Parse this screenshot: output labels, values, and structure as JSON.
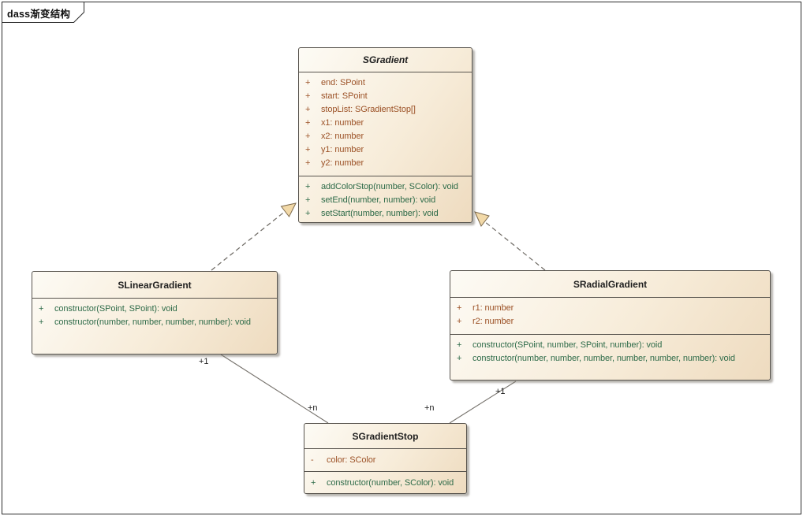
{
  "frame": {
    "label": "dass渐变结构"
  },
  "colors": {
    "box_fill_light": "#fdfbf5",
    "box_fill_dark": "#eedbbf",
    "box_border": "#58544e",
    "attribute_text": "#9c5227",
    "method_text": "#2e6b49",
    "class_title": "#1f1f1f",
    "connector_line": "#6e6a64",
    "generalization_arrow_fill": "#f2d9a8",
    "frame_border": "#2b2b2b"
  },
  "classes": {
    "sgradient": {
      "name": "SGradient",
      "attributes": [
        {
          "vis": "+",
          "text": "end: SPoint"
        },
        {
          "vis": "+",
          "text": "start: SPoint"
        },
        {
          "vis": "+",
          "text": "stopList: SGradientStop[]"
        },
        {
          "vis": "+",
          "text": "x1: number"
        },
        {
          "vis": "+",
          "text": "x2: number"
        },
        {
          "vis": "+",
          "text": "y1: number"
        },
        {
          "vis": "+",
          "text": "y2: number"
        }
      ],
      "methods": [
        {
          "vis": "+",
          "text": "addColorStop(number, SColor): void"
        },
        {
          "vis": "+",
          "text": "setEnd(number, number): void"
        },
        {
          "vis": "+",
          "text": "setStart(number, number): void"
        }
      ]
    },
    "slineargradient": {
      "name": "SLinearGradient",
      "methods": [
        {
          "vis": "+",
          "text": "constructor(SPoint, SPoint): void"
        },
        {
          "vis": "+",
          "text": "constructor(number, number, number, number): void"
        }
      ]
    },
    "sradialgradient": {
      "name": "SRadialGradient",
      "attributes": [
        {
          "vis": "+",
          "text": "r1: number"
        },
        {
          "vis": "+",
          "text": "r2: number"
        }
      ],
      "methods": [
        {
          "vis": "+",
          "text": "constructor(SPoint, number, SPoint, number): void"
        },
        {
          "vis": "+",
          "text": "constructor(number, number, number, number, number, number): void"
        }
      ]
    },
    "sgradientstop": {
      "name": "SGradientStop",
      "attributes": [
        {
          "vis": "-",
          "text": "color: SColor"
        }
      ],
      "methods": [
        {
          "vis": "+",
          "text": "constructor(number, SColor): void"
        }
      ]
    }
  },
  "connectors": {
    "left_association": {
      "source_label": "+1",
      "target_label": "+n"
    },
    "right_association": {
      "source_label": "+1",
      "target_label": "+n"
    }
  }
}
